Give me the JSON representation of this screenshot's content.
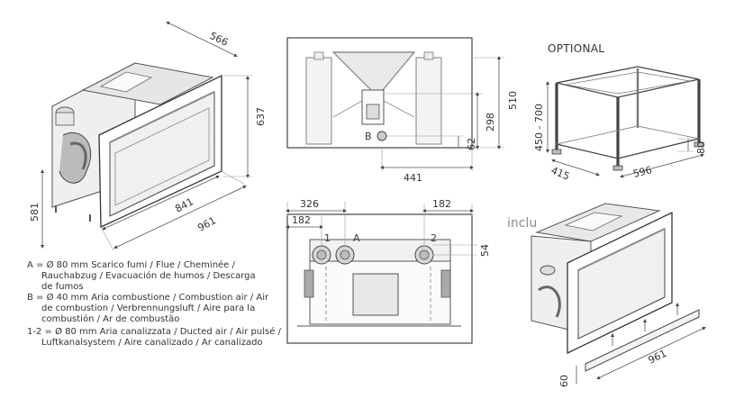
{
  "dimensions": {
    "depth_566": "566",
    "height_637": "637",
    "height_581": "581",
    "width_841": "841",
    "width_961": "961",
    "height_510": "510",
    "height_298": "298",
    "height_62": "62",
    "width_441": "441",
    "width_326": "326",
    "width_182_left": "182",
    "width_182_right": "182",
    "height_54": "54",
    "frame_width_961": "961",
    "frame_height_60": "60"
  },
  "front_labels": {
    "b": "B",
    "one": "1",
    "a": "A",
    "two": "2"
  },
  "stand": {
    "optional_label": "OPTIONAL",
    "height_range": "450 - 700",
    "depth": "415",
    "width": "596",
    "foot": "80"
  },
  "overlay": {
    "inclu": "inclu"
  },
  "legend": {
    "line1": "A = Ø 80 mm  Scarico fumi / Flue / Cheminée /",
    "line2": "Rauchabzug / Evacuación de humos / Descarga",
    "line3": "de fumos",
    "line4": "B = Ø 40 mm  Aria combustione / Combustion air / Air",
    "line5": "de combustion / Verbrennungsluft  / Aire para la",
    "line6": "combustión / Ar de combustão",
    "line7": "1-2 = Ø 80 mm  Aria canalizzata / Ducted air / Air pulsé /",
    "line8": "Luftkanalsystem / Aire canalizado / Ar canalizado"
  }
}
